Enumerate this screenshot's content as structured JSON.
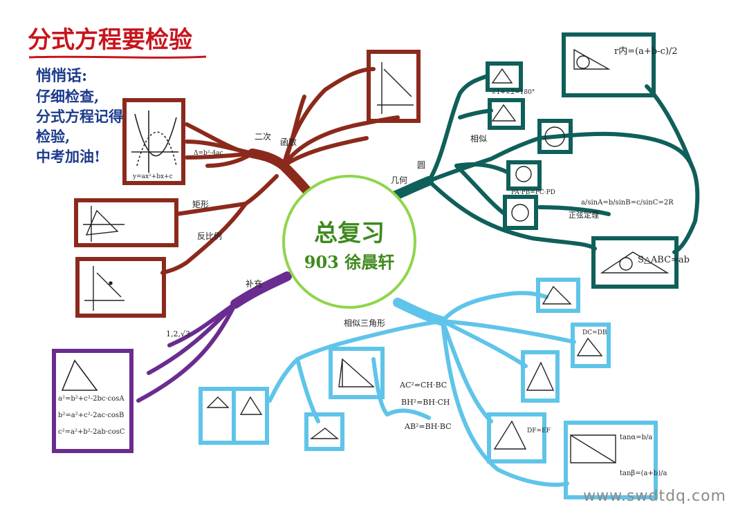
{
  "heading": "分式方程要检验",
  "encouragement": {
    "title": "悄悄话:",
    "lines": [
      "仔细检查,",
      "分式方程记得",
      "检验,",
      "中考加油!"
    ]
  },
  "center": {
    "title": "总复习",
    "subtitle": "903 徐晨轩"
  },
  "colors": {
    "function_branch": "#8b2a1c",
    "geometry_branch": "#0f5f5a",
    "triangle_branch": "#5fc4e9",
    "supplement_branch": "#6a2c8f",
    "center_ring": "#8ed64a",
    "heading": "#c8141b"
  },
  "labels": {
    "quadratic": "二次",
    "function_branch": "函数",
    "geometry_branch": "几何",
    "circle": "圆",
    "similar": "相似",
    "similar_triangles": "相似三角形",
    "supplement": "补充",
    "rectangle_cut": "矩形",
    "reciprocal": "反比例",
    "sine_law": "正弦定理"
  },
  "formulas": {
    "triangle_ab": "a²=b²+c²-2bc·cosA",
    "triangle_b": "b²=a²+c²-2ac·cosB",
    "triangle_c": "c²=a²+b²-2ab·cosC",
    "right_area": "S△ABC=ab",
    "inner_r": "r内=(a+b-c)/2",
    "sine_law_formula": "a/sinA=b/sinB=c/sinC=2R",
    "proj_1": "AC²=CH·BC",
    "proj_2": "BH²=BH·CH",
    "proj_3": "AB²=BH·BC",
    "tan_alpha": "tanα=b/a",
    "tan_beta": "tanβ=(a+b)/a",
    "parabola": "y=ax²+bx+c",
    "delta": "Δ=b²-4ac",
    "circle_eq": "PA·PB=PC·PD",
    "angle_sum": "∠1+∠2=180°",
    "ratio_1": "1,2,√3",
    "box_db": "DC=DB",
    "box_dfef": "DF=EF"
  },
  "watermark": "www.swdtdq.com"
}
